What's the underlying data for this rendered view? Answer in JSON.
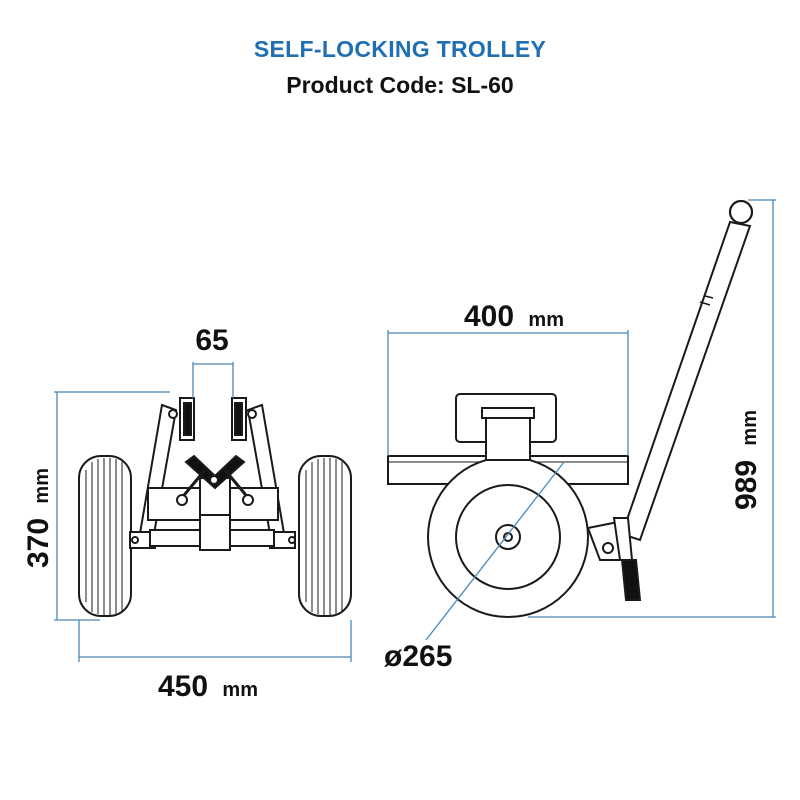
{
  "header": {
    "title": "SELF-LOCKING TROLLEY",
    "subtitle": "Product Code: SL-60",
    "title_color": "#1f6fb2"
  },
  "dimensions": {
    "coupling_width": {
      "value": "65",
      "unit": ""
    },
    "front_height": {
      "value": "370",
      "unit": "mm"
    },
    "front_width": {
      "value": "450",
      "unit": "mm"
    },
    "side_length": {
      "value": "400",
      "unit": "mm"
    },
    "wheel_diameter": {
      "value": "ø265",
      "unit": ""
    },
    "overall_height": {
      "value": "989",
      "unit": "mm"
    }
  },
  "colors": {
    "dimension_line": "#4a88b8",
    "outline": "#1a1a1a",
    "tread": "#111111"
  }
}
